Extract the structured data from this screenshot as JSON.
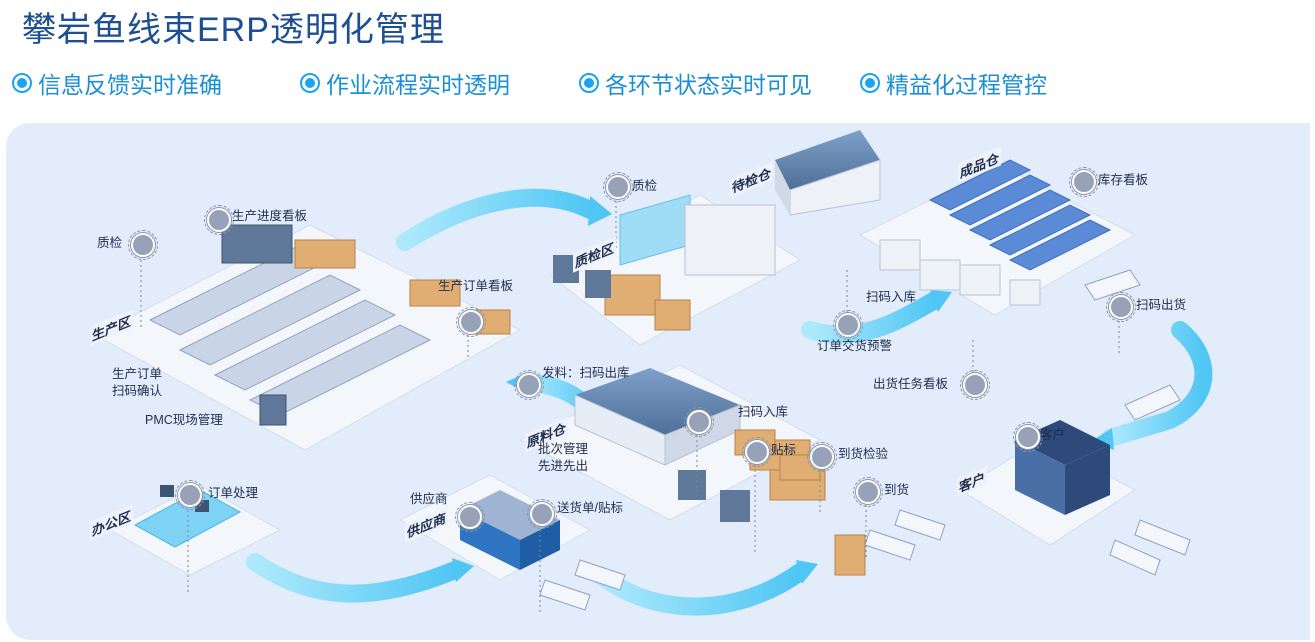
{
  "title": "攀岩鱼线束ERP透明化管理",
  "features": [
    "信息反馈实时准确",
    "作业流程实时透明",
    "各环节状态实时可见",
    "精益化过程管控"
  ],
  "zones": {
    "production": "生产区",
    "quality_area": "质检区",
    "pending_warehouse": "待检仓",
    "finished_warehouse": "成品仓",
    "raw_warehouse": "原料仓",
    "office": "办公区",
    "supplier": "供应商",
    "customer": "客户"
  },
  "labels": {
    "qc_left": "质检",
    "progress_board": "生产进度看板",
    "order_board": "生产订单看板",
    "order_scan_line1": "生产订单",
    "order_scan_line2": "扫码确认",
    "pmc": "PMC现场管理",
    "qc_middle": "质检",
    "scan_in_finished": "扫码入库",
    "order_alert": "订单交货预警",
    "stock_board": "库存看板",
    "scan_out": "扫码出货",
    "ship_task_board": "出货任务看板",
    "customer": "客户",
    "issue_material": "发料：扫码出库",
    "batch_line1": "批次管理",
    "batch_line2": "先进先出",
    "scan_in_raw": "扫码入库",
    "labeling": "贴标",
    "arrival_check": "到货检验",
    "arrival": "到货",
    "order_processing": "订单处理",
    "supplier": "供应商",
    "delivery_note": "送货单/贴标"
  },
  "colors": {
    "title": "#1d4f91",
    "feature_text": "#1b8fd6",
    "panel_bg": "#e3ecfb",
    "flow_arrow": "#6fd3f7",
    "marker": "#97a2b8"
  }
}
